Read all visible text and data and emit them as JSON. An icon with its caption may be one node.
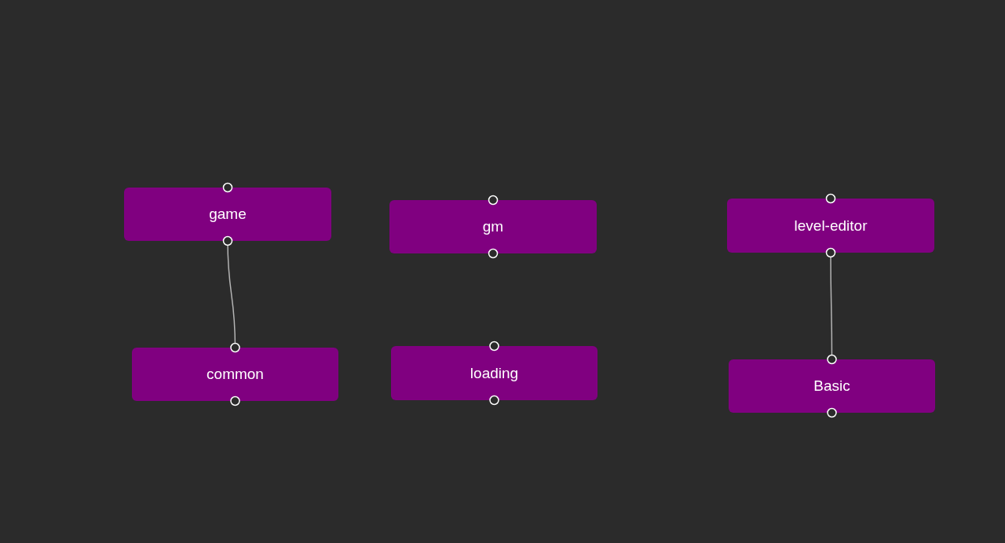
{
  "diagram": {
    "nodes": [
      {
        "text": [
          "game"
        ]
      },
      {
        "text": [
          "gm"
        ]
      },
      {
        "text": [
          "level-editor"
        ]
      },
      {
        "text": [
          "common"
        ]
      },
      {
        "text": [
          "loading"
        ]
      },
      {
        "text": [
          "Basic"
        ]
      }
    ],
    "edges": [
      {
        "from": 0,
        "to": 3,
        "arrow": "none"
      },
      {
        "from": 2,
        "to": 5,
        "arrow": "none"
      }
    ]
  }
}
